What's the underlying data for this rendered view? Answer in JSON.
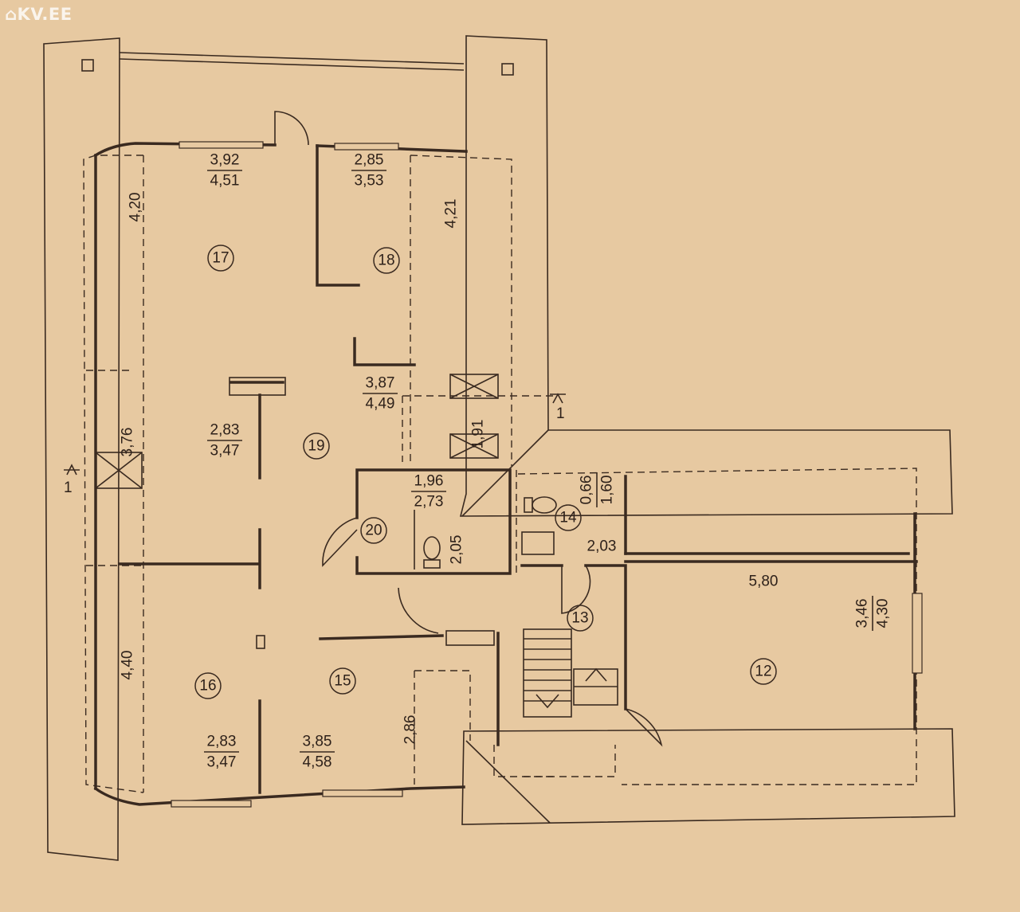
{
  "watermark": "KV.EE",
  "section_marker": "1",
  "rooms": [
    {
      "id": "r17",
      "number": "17",
      "top": "3,92",
      "bottom": "4,51"
    },
    {
      "id": "r18",
      "number": "18",
      "top": "2,85",
      "bottom": "3,53"
    },
    {
      "id": "r19",
      "number": "19",
      "top": "2,83",
      "bottom": "3,47"
    },
    {
      "id": "r20",
      "number": "20",
      "top": "1,96",
      "bottom": "2,73"
    },
    {
      "id": "r14",
      "number": "14",
      "top": "0,66",
      "bottom": "1,60"
    },
    {
      "id": "r13",
      "number": "13"
    },
    {
      "id": "r12",
      "number": "12",
      "top": "3,46",
      "bottom": "4,30"
    },
    {
      "id": "r16",
      "number": "16",
      "top": "2,83",
      "bottom": "3,47"
    },
    {
      "id": "r15",
      "number": "15",
      "top": "3,85",
      "bottom": "4,58"
    }
  ],
  "extra_fractions": [
    {
      "id": "f_corr",
      "top": "3,87",
      "bottom": "4,49"
    }
  ],
  "dimensions": [
    "4,20",
    "4,21",
    "3,76",
    "1,91",
    "2,05",
    "2,03",
    "5,80",
    "4,40",
    "2,86"
  ]
}
